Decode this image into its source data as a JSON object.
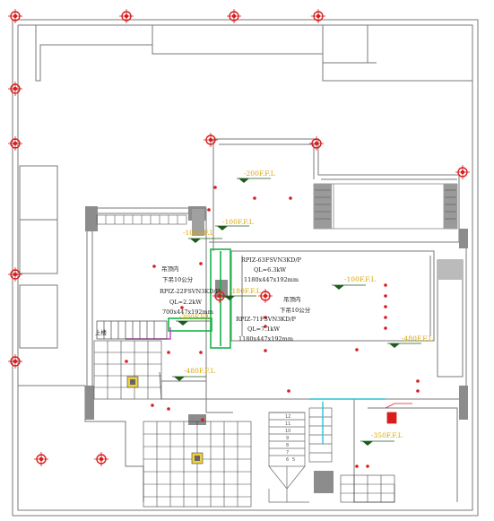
{
  "colors": {
    "wall": "#7a7a7a",
    "column": "#8c8c8c",
    "line": "#8a8a8a",
    "axis_marker": "#d91c1c",
    "level_text": "#d9a400",
    "level_symbol": "#1e5c1e",
    "duct_green": "#17b34a",
    "duct_cyan": "#27c4d6",
    "pipe_magenta": "#c040c0",
    "hatch": "#555555"
  },
  "levels": [
    {
      "id": "lvl-200-top",
      "text": "-200F.F.L"
    },
    {
      "id": "lvl-100-a",
      "text": "-100F.F.L"
    },
    {
      "id": "lvl-100-b",
      "text": "-100F.F.L"
    },
    {
      "id": "lvl-100-c",
      "text": "-100F.F.L"
    },
    {
      "id": "lvl-180",
      "text": "-180F.F.L"
    },
    {
      "id": "lvl-300",
      "text": "-300F.F.L"
    },
    {
      "id": "lvl-480-a",
      "text": "-480F.F.L"
    },
    {
      "id": "lvl-480-b",
      "text": "-480F.F.L"
    },
    {
      "id": "lvl-350",
      "text": "-350F.F.L"
    }
  ],
  "units": {
    "left": {
      "location_line1": "吊顶内",
      "location_line2": "下吊10公分",
      "model": "RPIZ-22FSVN3KD/P",
      "capacity": "QL=2.2kW",
      "size": "700x447x192mm"
    },
    "right": {
      "model": "RPIZ-63FSVN3KD/P",
      "capacity": "QL=6.3kW",
      "size": "1180x447x192mm"
    },
    "middle": {
      "model": "RPIZ-71FSVN3KD/P",
      "capacity": "QL=7.1kW",
      "size": "1180x447x192mm"
    },
    "side_note": {
      "line1": "吊顶内",
      "line2": "下吊10公分"
    }
  },
  "small_labels": {
    "stair_note": "上楼"
  },
  "stair_numbers": [
    "12",
    "11",
    "10",
    "9",
    "8",
    "7",
    "6",
    "5"
  ]
}
